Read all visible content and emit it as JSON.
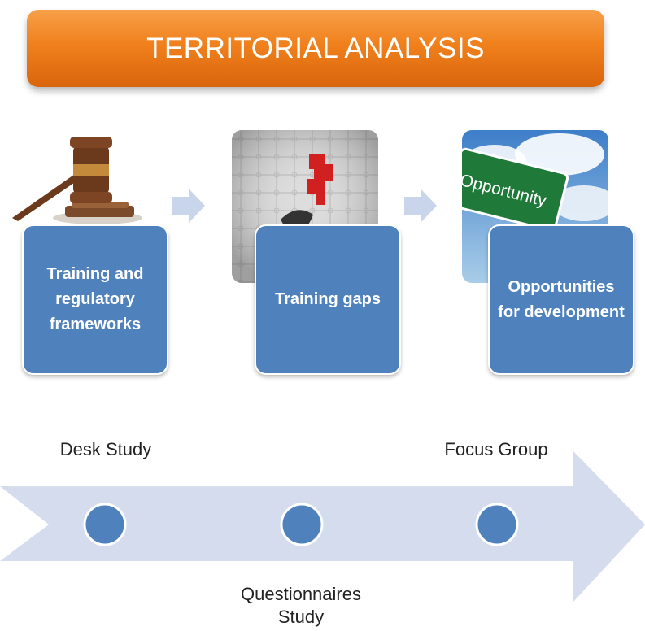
{
  "title": "TERRITORIAL ANALYSIS",
  "steps": [
    {
      "label": "Training and regulatory frameworks",
      "icon": "gavel-icon"
    },
    {
      "label": "Training gaps",
      "icon": "puzzle-icon"
    },
    {
      "label": "Opportunities for development",
      "icon": "opportunity-sign-icon"
    }
  ],
  "sign_text": "Opportunity",
  "methods": {
    "desk": "Desk Study",
    "questionnaires_line1": "Questionnaires",
    "questionnaires_line2": "Study",
    "focus": "Focus Group"
  },
  "colors": {
    "banner": "#f0801c",
    "card": "#4f81bd",
    "arrow": "#d4dced",
    "dot": "#4f81bd"
  }
}
